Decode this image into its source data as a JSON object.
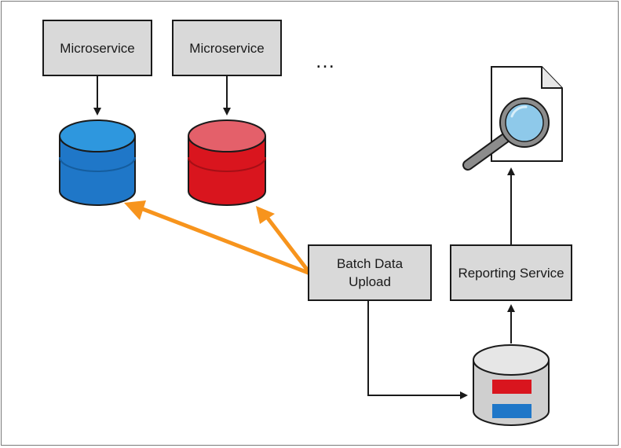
{
  "diagram": {
    "nodes": {
      "microservice_1": {
        "label": "Microservice"
      },
      "microservice_2": {
        "label": "Microservice"
      },
      "ellipsis": {
        "label": "…"
      },
      "batch_data_upload": {
        "line1": "Batch Data",
        "line2": "Upload"
      },
      "reporting_service": {
        "label": "Reporting Service"
      }
    },
    "colors": {
      "box_fill": "#d9d9d9",
      "box_stroke": "#1a1a1a",
      "db_blue": "#1f77c8",
      "db_blue_top": "#2e97de",
      "db_red": "#d9151e",
      "db_red_top": "#e4606a",
      "db_gray": "#cfcfcf",
      "arrow_orange": "#f7941d",
      "arrow_black": "#1a1a1a",
      "magnifier_lens": "#8ec9ea",
      "magnifier_handle": "#8c8c8c"
    },
    "icons": [
      "document-icon",
      "magnifier-icon",
      "database-icon"
    ]
  }
}
